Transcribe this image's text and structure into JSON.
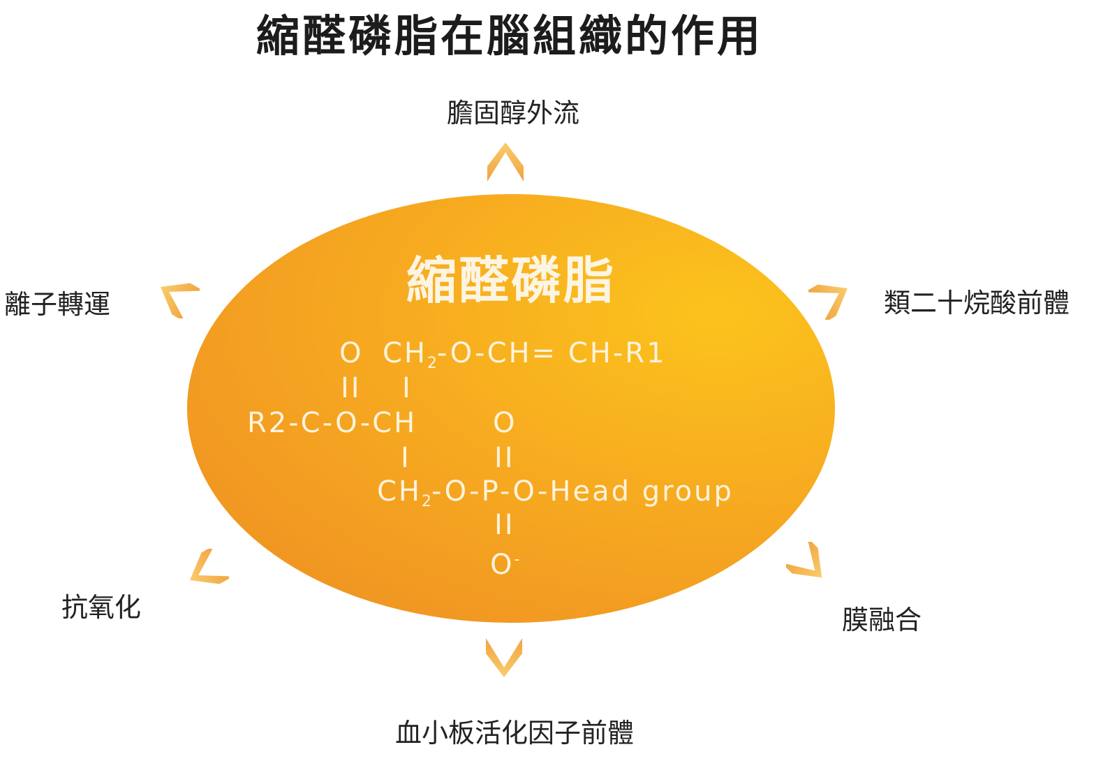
{
  "title": "縮醛磷脂在腦組織的作用",
  "center": {
    "title": "縮醛磷脂",
    "formula": {
      "line1_o": "O",
      "line1_ch": "CH",
      "line1_sub": "2",
      "line1_rest": "-O-CH= CH-R1",
      "line2_dbl": "II",
      "line2_single": "I",
      "line3_left": "R2-C-O-CH",
      "line3_o": "O",
      "line4_single": "I",
      "line4_dbl": "II",
      "line5_ch": "CH",
      "line5_sub": "2",
      "line5_rest": "-O-P-O-Head group",
      "line6_dbl": "II",
      "line7_o": "O",
      "line7_sup": "-"
    }
  },
  "functions": {
    "top": "膽固醇外流",
    "upper_left": "離子轉運",
    "upper_right": "類二十烷酸前體",
    "lower_left": "抗氧化",
    "lower_right": "膜融合",
    "bottom": "血小板活化因子前體"
  },
  "colors": {
    "ellipse_light": "#fbc31c",
    "ellipse_dark": "#ec8f20",
    "arrow_light": "#f9cd6d",
    "arrow_dark": "#f1a23e",
    "formula_text": "#fdf3dc",
    "title_text": "#1c1c1c"
  },
  "icons": [
    "chevron-arrow-icon"
  ]
}
